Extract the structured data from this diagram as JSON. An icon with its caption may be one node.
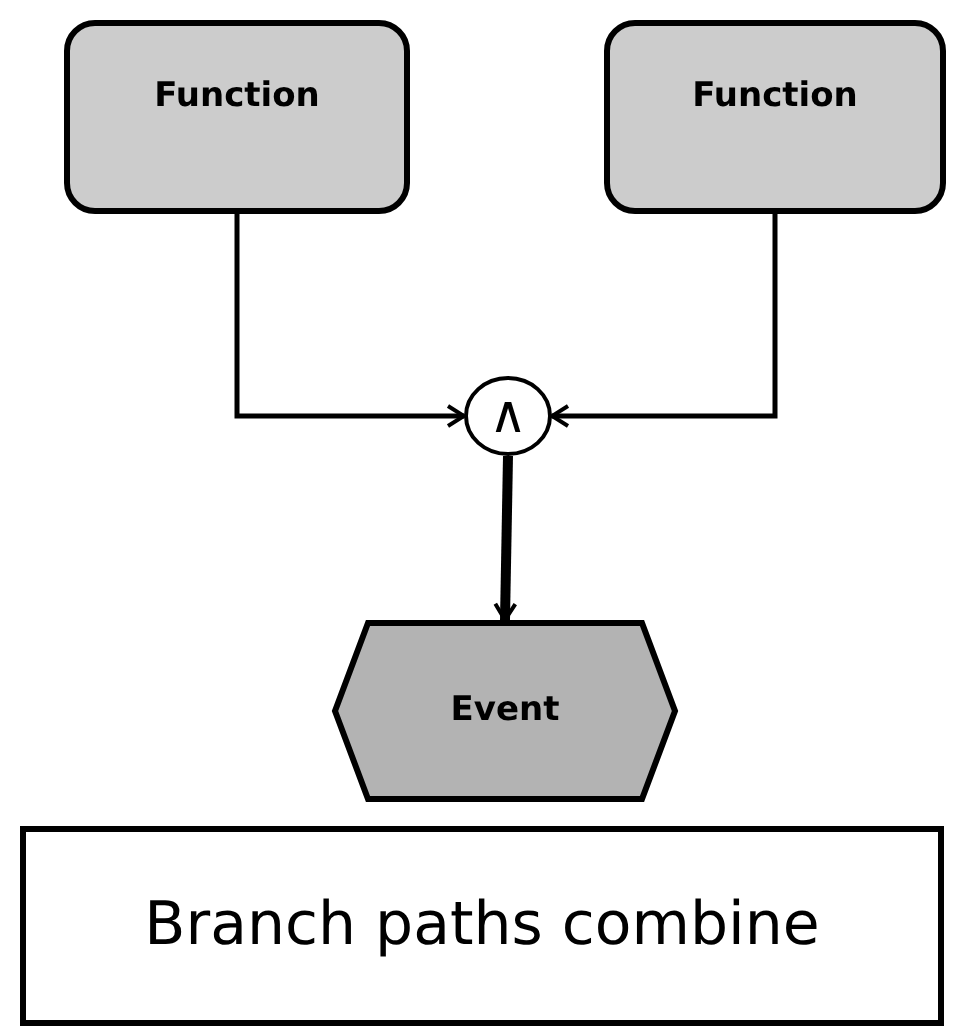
{
  "diagram": {
    "nodes": [
      {
        "text": [
          "Function"
        ]
      },
      {
        "text": [
          "Function"
        ]
      },
      {
        "text": [
          "∧"
        ]
      },
      {
        "text": [
          "Event"
        ]
      },
      {
        "text": [
          "Branch paths combine"
        ]
      }
    ],
    "edges": [
      {
        "from": 0,
        "to": 2,
        "arrow": "to"
      },
      {
        "from": 1,
        "to": 2,
        "arrow": "to"
      },
      {
        "from": 2,
        "to": 3,
        "arrow": "to",
        "style": "thick"
      }
    ]
  }
}
